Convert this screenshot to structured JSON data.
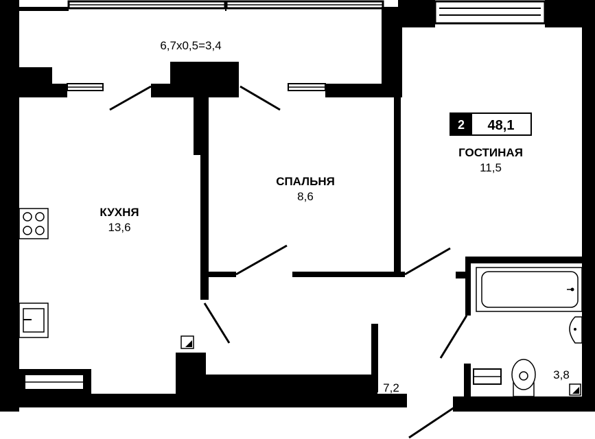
{
  "summary": {
    "rooms_count": "2",
    "total_area": "48,1"
  },
  "rooms": {
    "kitchen": {
      "name": "КУХНЯ",
      "area": "13,6"
    },
    "bedroom": {
      "name": "СПАЛЬНЯ",
      "area": "8,6"
    },
    "living": {
      "name": "ГОСТИНАЯ",
      "area": "11,5"
    },
    "bathroom": {
      "area": "3,8"
    },
    "hall": {
      "area": "7,2"
    },
    "balcony": {
      "area": "6,7х0,5=3,4"
    }
  }
}
